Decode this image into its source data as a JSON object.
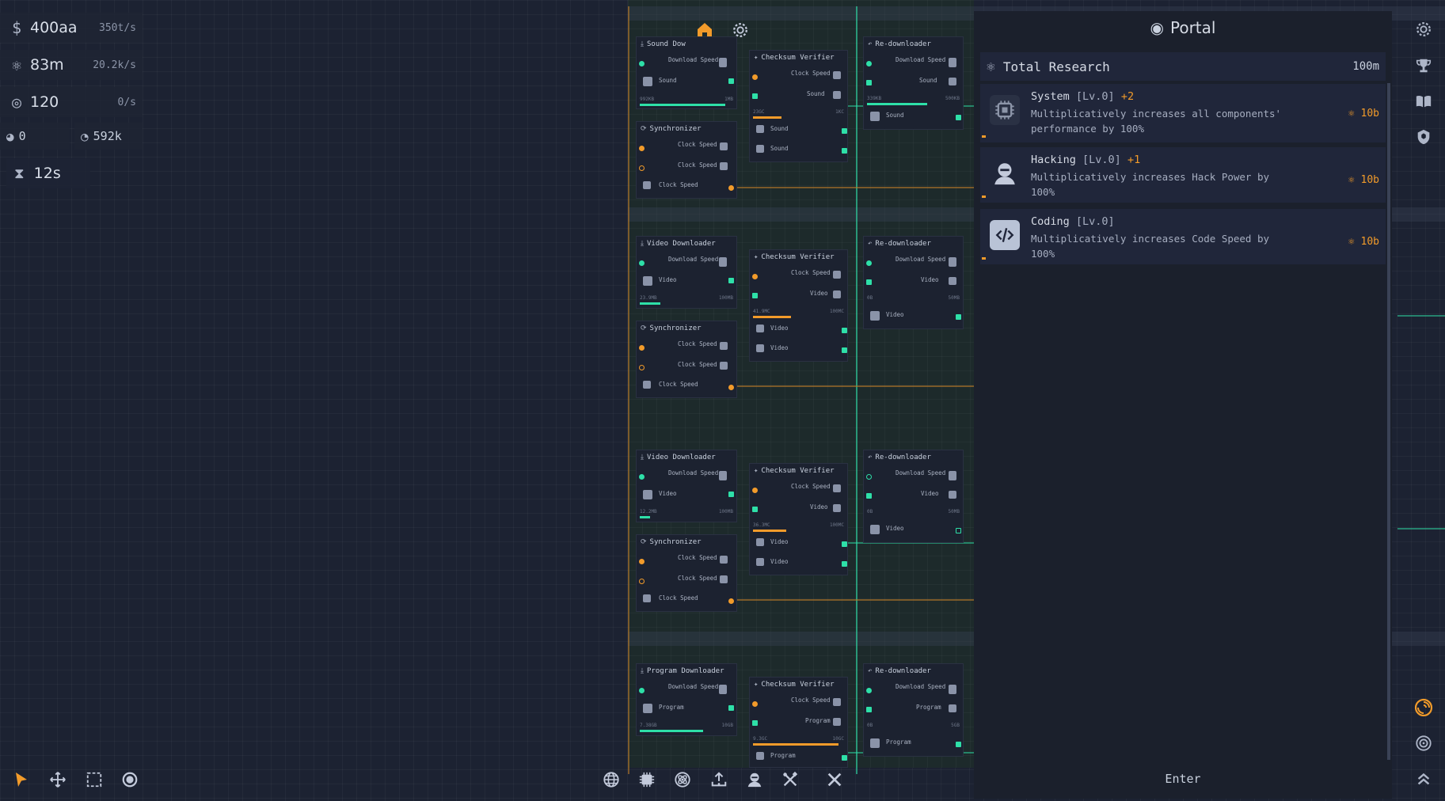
{
  "colors": {
    "accent": "#f29b2a",
    "connector_green": "#2ee0a8",
    "panel_bg": "#1b202c",
    "card_bg": "#20263a",
    "grid_bg": "#1c2232"
  },
  "stats": {
    "money": {
      "icon": "dollar-icon",
      "value": "400aa",
      "rate": "350t/s"
    },
    "research": {
      "icon": "atom-icon",
      "value": "83m",
      "rate": "20.2k/s"
    },
    "target": {
      "icon": "target-icon",
      "value": "120",
      "rate": "0/s"
    },
    "pie": {
      "icon": "pie-icon",
      "value": "0"
    },
    "cycle": {
      "icon": "cycle-icon",
      "value": "592k"
    },
    "timer": {
      "icon": "hourglass-icon",
      "value": "12s"
    }
  },
  "top_tools": {
    "home": "home-icon",
    "settings": "gear-icon"
  },
  "nodes": {
    "sound_downloader": {
      "title": "Sound Dow",
      "r1": "Download Speed",
      "r2": "Sound",
      "b_left": "992KB",
      "b_right": "1MB"
    },
    "sync1": {
      "title": "Synchronizer",
      "r1": "Clock Speed",
      "r2": "Clock Speed",
      "r3": "Clock Speed"
    },
    "checksum1": {
      "title": "Checksum Verifier",
      "r1": "Clock Speed",
      "r2": "Sound",
      "r3": "Sound",
      "r4": "Sound",
      "b_left": "23GC",
      "b_right": "1KC"
    },
    "redl1": {
      "title": "Re-downloader",
      "r1": "Download Speed",
      "r2": "Sound",
      "r3": "Sound",
      "b_left": "339KB",
      "b_right": "500KB"
    },
    "video_dl1": {
      "title": "Video Downloader",
      "r1": "Download Speed",
      "r2": "Video",
      "b_left": "23.9MB",
      "b_right": "100MB"
    },
    "sync2": {
      "title": "Synchronizer",
      "r1": "Clock Speed",
      "r2": "Clock Speed",
      "r3": "Clock Speed"
    },
    "checksum2": {
      "title": "Checksum Verifier",
      "r1": "Clock Speed",
      "r2": "Video",
      "r3": "Video",
      "r4": "Video",
      "b_left": "41.9MC",
      "b_right": "100MC"
    },
    "redl2": {
      "title": "Re-downloader",
      "r1": "Download Speed",
      "r2": "Video",
      "r3": "Video",
      "b_left": "0B",
      "b_right": "50MB"
    },
    "video_dl2": {
      "title": "Video Downloader",
      "r1": "Download Speed",
      "r2": "Video",
      "b_left": "12.2MB",
      "b_right": "100MB"
    },
    "sync3": {
      "title": "Synchronizer",
      "r1": "Clock Speed",
      "r2": "Clock Speed",
      "r3": "Clock Speed"
    },
    "checksum3": {
      "title": "Checksum Verifier",
      "r1": "Clock Speed",
      "r2": "Video",
      "r3": "Video",
      "r4": "Video",
      "b_left": "36.3MC",
      "b_right": "100MC"
    },
    "redl3": {
      "title": "Re-downloader",
      "r1": "Download Speed",
      "r2": "Video",
      "r3": "Video",
      "b_left": "0B",
      "b_right": "50MB"
    },
    "program_dl": {
      "title": "Program Downloader",
      "r1": "Download Speed",
      "r2": "Program",
      "b_left": "7.38GB",
      "b_right": "10GB"
    },
    "checksum4": {
      "title": "Checksum Verifier",
      "r1": "Clock Speed",
      "r2": "Program",
      "r3": "Program",
      "b_left": "9.3GC",
      "b_right": "10GC"
    },
    "redl4": {
      "title": "Re-downloader",
      "r1": "Download Speed",
      "r2": "Program",
      "r3": "Program",
      "b_left": "0B",
      "b_right": "5GB"
    }
  },
  "portal": {
    "title": "Portal",
    "icon": "portal-icon",
    "research_label": "Total Research",
    "research_amount": "100m",
    "items": [
      {
        "name": "System",
        "level": "[Lv.0]",
        "bonus": "+2",
        "desc": "Multiplicatively increases all components' performance by 100%",
        "cost": "10b",
        "icon": "chip-icon"
      },
      {
        "name": "Hacking",
        "level": "[Lv.0]",
        "bonus": "+1",
        "desc": "Multiplicatively increases Hack Power by 100%",
        "cost": "10b",
        "icon": "hacker-icon"
      },
      {
        "name": "Coding",
        "level": "[Lv.0]",
        "bonus": "",
        "desc": "Multiplicatively increases Code Speed by 100%",
        "cost": "10b",
        "icon": "code-icon"
      }
    ],
    "enter_label": "Enter"
  },
  "side_icons": [
    "gear-icon",
    "trophy-icon",
    "book-icon",
    "shield-icon",
    "portal-icon",
    "target-icon",
    "chevrons-up-icon"
  ],
  "bottom_left_tools": [
    "pointer-icon",
    "move-icon",
    "select-box-icon",
    "circle-icon"
  ],
  "bottom_center_tools": [
    "globe-icon",
    "chip-icon",
    "atom-icon",
    "upload-icon",
    "hacker-icon",
    "tools-icon",
    "close-icon"
  ]
}
